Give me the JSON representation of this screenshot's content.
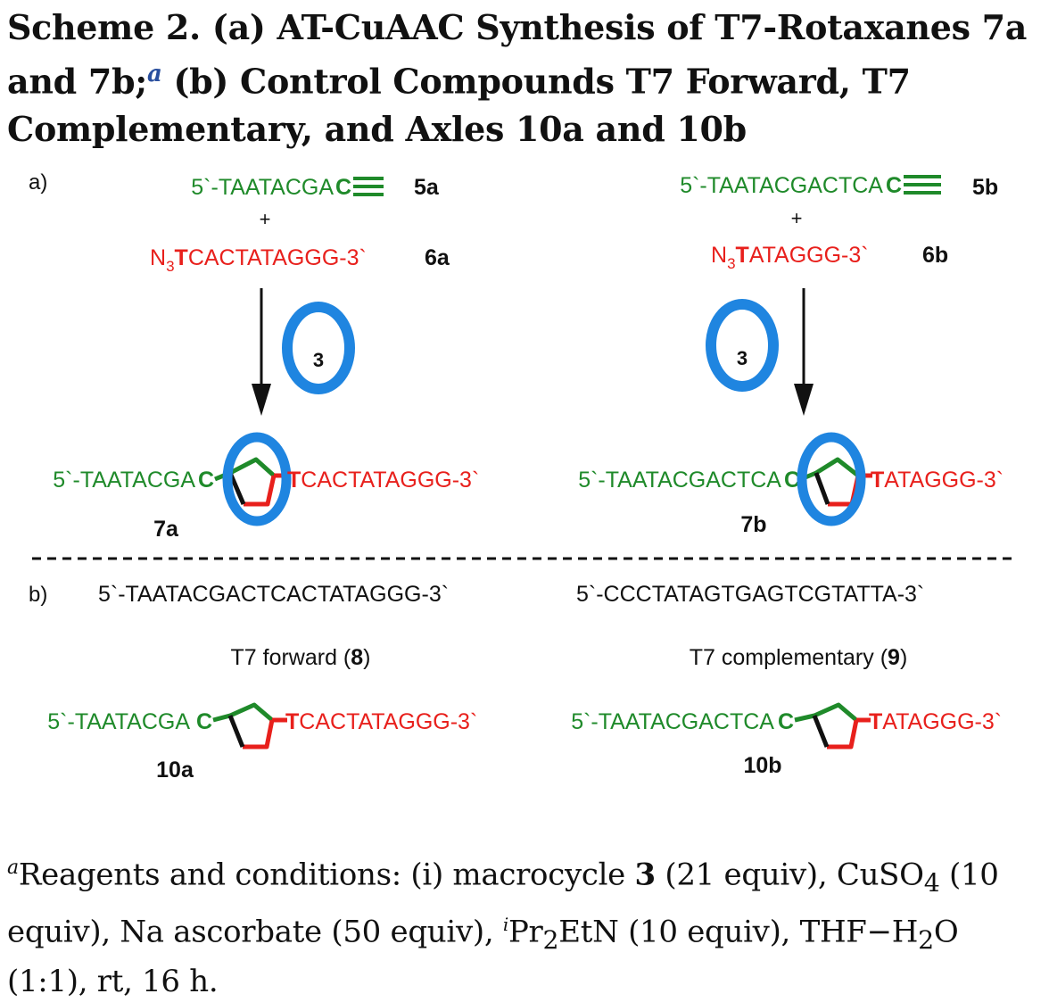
{
  "title": {
    "line1": "Scheme 2. (a) AT-CuAAC Synthesis of T7-Rotaxanes 7a",
    "line2a": "and 7b;",
    "line2_sup": "a",
    "line2b": " (b) Control Compounds T7 Forward, T7",
    "line3": "Complementary, and Axles 10a and 10b"
  },
  "panel_a": {
    "label": "a)",
    "left": {
      "alkyne_seq": "5`-TAATACGA",
      "alkyne_c": "C",
      "alkyne_id": "5a",
      "plus": "+",
      "azide_n3": "N",
      "azide_sub": "3",
      "azide_t": "T",
      "azide_seq": "CACTATAGGG-3`",
      "azide_id": "6a",
      "macrocycle_id": "3",
      "product_left": "5`-TAATACGA",
      "product_c": "C",
      "product_t": "T",
      "product_right": "CACTATAGGG-3`",
      "product_id": "7a"
    },
    "right": {
      "alkyne_seq": "5`-TAATACGACTCA",
      "alkyne_c": "C",
      "alkyne_id": "5b",
      "plus": "+",
      "azide_n3": "N",
      "azide_sub": "3",
      "azide_t": "T",
      "azide_seq": "ATAGGG-3`",
      "azide_id": "6b",
      "macrocycle_id": "3",
      "product_left": "5`-TAATACGACTCA",
      "product_c": "C",
      "product_t": "T",
      "product_right": "ATAGGG-3`",
      "product_id": "7b"
    }
  },
  "panel_b": {
    "label": "b)",
    "forward_seq": "5`-TAATACGACTCACTATAGGG-3`",
    "forward_label": "T7 forward (",
    "forward_id": "8",
    "forward_close": ")",
    "complementary_seq": "5`-CCCTATAGTGAGTCGTATTA-3`",
    "complementary_label": "T7 complementary (",
    "complementary_id": "9",
    "complementary_close": ")",
    "axle_a_left": "5`-TAATACGA",
    "axle_a_c": "C",
    "axle_a_t": "T",
    "axle_a_right": "CACTATAGGG-3`",
    "axle_a_id": "10a",
    "axle_b_left": "5`-TAATACGACTCA",
    "axle_b_c": "C",
    "axle_b_t": "T",
    "axle_b_right": "ATAGGG-3`",
    "axle_b_id": "10b"
  },
  "footnote": {
    "sup_a": "a",
    "t1": "Reagents and conditions: (i) macrocycle ",
    "bold3": "3",
    "t2": " (21 equiv), CuSO",
    "sub4": "4",
    "t3": " (10",
    "t4": "equiv), Na ascorbate (50 equiv), ",
    "sup_i": "i",
    "t5": "Pr",
    "sub2": "2",
    "t6": "EtN (10 equiv), THF−H",
    "sub2b": "2",
    "t7": "O",
    "t8": "(1:1), rt, 16 h."
  },
  "colors": {
    "green": "#1f8a2a",
    "red": "#e8201c",
    "blue": "#1f85e0",
    "black": "#111111"
  }
}
